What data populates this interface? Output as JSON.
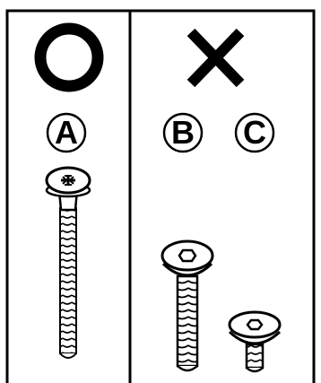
{
  "panels": [
    {
      "mark": "circle-correct-mark",
      "meaning": "correct",
      "labels": [
        "A"
      ]
    },
    {
      "mark": "cross-incorrect-mark",
      "meaning": "incorrect",
      "labels": [
        "B",
        "C"
      ]
    }
  ],
  "labels": {
    "a": "A",
    "b": "B",
    "c": "C"
  },
  "colors": {
    "ink": "#000000",
    "background": "#ffffff"
  },
  "screws": [
    {
      "label": "A",
      "head": "phillips",
      "icon": "long-phillips-screw-icon"
    },
    {
      "label": "B",
      "head": "hex-socket",
      "icon": "hex-socket-screw-icon"
    },
    {
      "label": "C",
      "head": "hex-socket",
      "icon": "short-hex-socket-screw-icon"
    }
  ]
}
